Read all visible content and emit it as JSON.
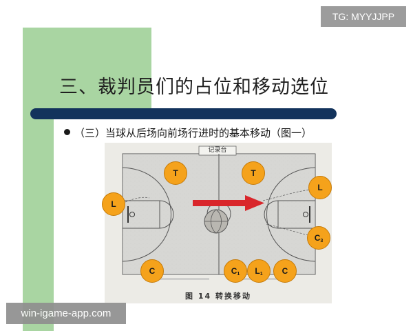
{
  "slide": {
    "title": "三、裁判员们的占位和移动选位",
    "bullet": "（三）当球从后场向前场行进时的基本移动（图一）"
  },
  "figure": {
    "scorer_table": "记录台",
    "caption": "图 14   转换移动",
    "arrow_color": "#d9262b",
    "officials": [
      {
        "id": "T-left",
        "letter": "T",
        "sub": ""
      },
      {
        "id": "T-right",
        "letter": "T",
        "sub": ""
      },
      {
        "id": "L-left",
        "letter": "L",
        "sub": ""
      },
      {
        "id": "L-right",
        "letter": "L",
        "sub": ""
      },
      {
        "id": "C3",
        "letter": "C",
        "sub": "3"
      },
      {
        "id": "C-left",
        "letter": "C",
        "sub": ""
      },
      {
        "id": "C1",
        "letter": "C",
        "sub": "1"
      },
      {
        "id": "L1",
        "letter": "L",
        "sub": "1"
      },
      {
        "id": "C-right",
        "letter": "C",
        "sub": ""
      }
    ]
  },
  "overlays": {
    "tg_badge": "TG: MYYJJPP",
    "watermark": "win-igame-app.com"
  },
  "colors": {
    "accent_green": "#a9d5a2",
    "title_bar": "#13335c",
    "official_fill": "#f5a21b"
  }
}
